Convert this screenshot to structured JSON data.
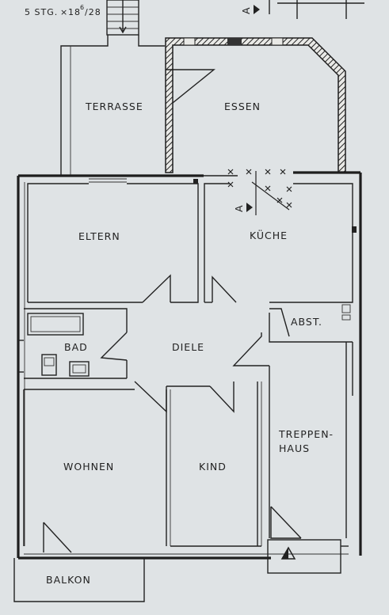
{
  "plan": {
    "stair_note": "5 STG.",
    "stair_note_dim": "18",
    "stair_note_sup": "6",
    "stair_note_den": "/28",
    "section_mark": "A",
    "rooms": {
      "terrasse": "TERRASSE",
      "essen": "ESSEN",
      "eltern": "ELTERN",
      "kueche": "KÜCHE",
      "abst": "ABST.",
      "bad": "BAD",
      "diele": "DIELE",
      "treppenhaus_1": "TREPPEN-",
      "treppenhaus_2": "HAUS",
      "wohnen": "WOHNEN",
      "kind": "KIND",
      "balkon": "BALKON"
    }
  }
}
